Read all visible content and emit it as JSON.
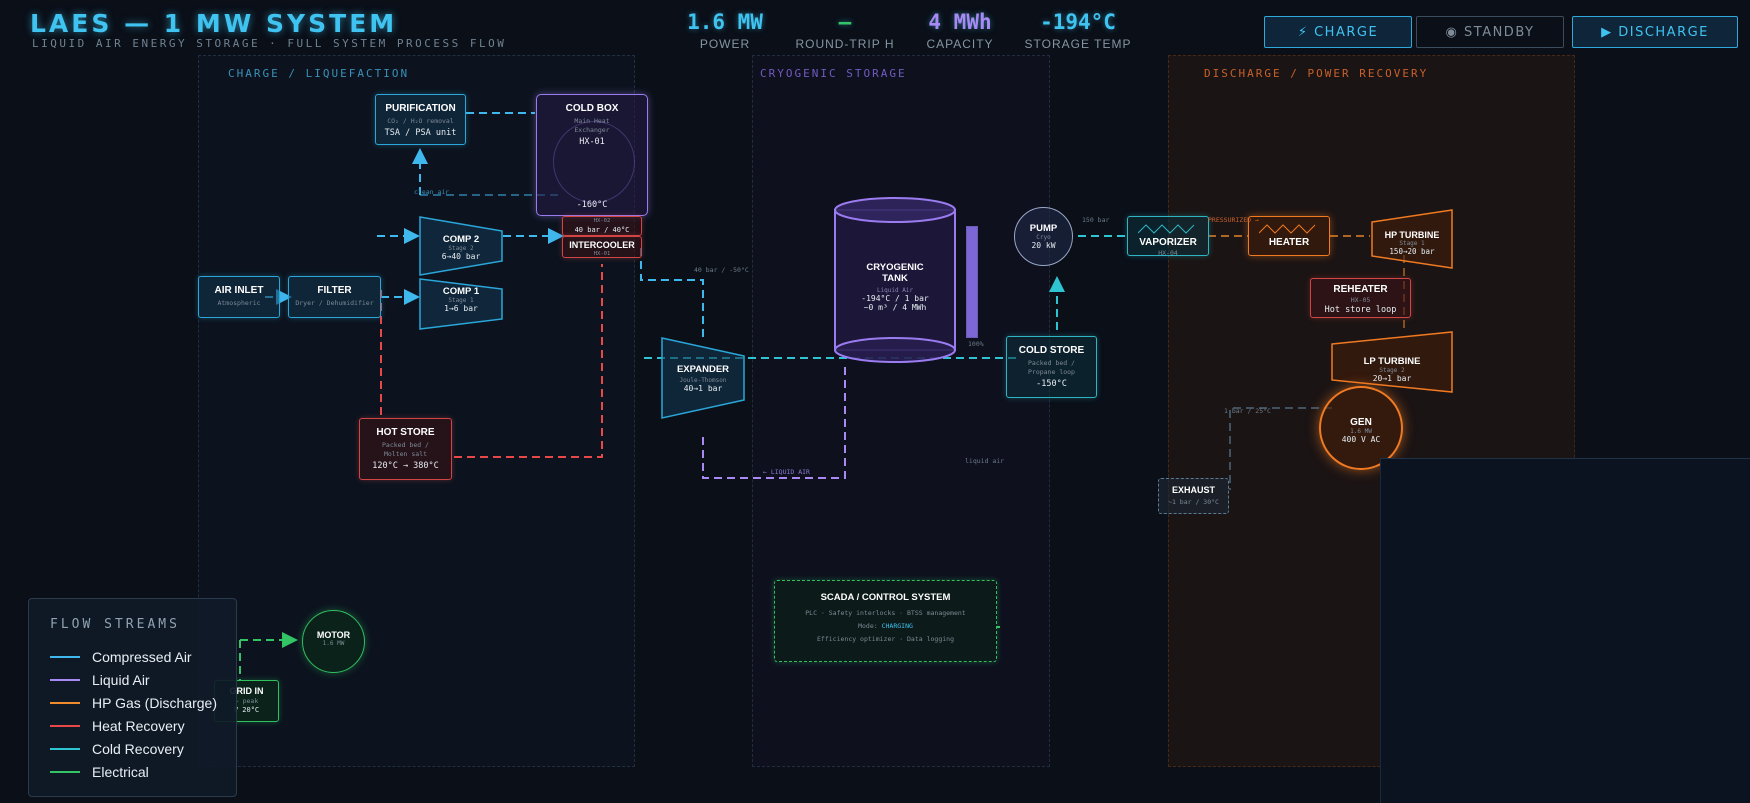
{
  "header": {
    "title": "LAES — 1 MW SYSTEM",
    "subtitle": "LIQUID AIR ENERGY STORAGE · FULL SYSTEM PROCESS FLOW",
    "metrics": [
      {
        "value": "1.6 MW",
        "label": "POWER"
      },
      {
        "value": "—",
        "label": "ROUND-TRIP H"
      },
      {
        "value": "4 MWh",
        "label": "CAPACITY"
      },
      {
        "value": "-194°C",
        "label": "STORAGE TEMP"
      }
    ],
    "buttons": {
      "charge": "⚡ CHARGE",
      "standby": "◉ STANDBY",
      "discharge": "▶ DISCHARGE"
    }
  },
  "zones": {
    "charge": "CHARGE / LIQUEFACTION",
    "storage": "CRYOGENIC STORAGE",
    "discharge": "DISCHARGE / POWER RECOVERY"
  },
  "components": {
    "purification": {
      "title": "PURIFICATION",
      "sub": "CO₂ / H₂O removal",
      "value": "TSA / PSA unit"
    },
    "coldbox": {
      "title": "COLD BOX",
      "sub": "Main Heat\nExchanger",
      "value": "HX-01",
      "temp": "-160°C"
    },
    "hx02": {
      "label": "HX-02",
      "value": "40 bar / 40°C"
    },
    "intercooler": {
      "title": "INTERCOOLER",
      "sub": "HX-01"
    },
    "comp2": {
      "title": "COMP 2",
      "sub": "Stage 2",
      "value": "6→40 bar"
    },
    "comp1": {
      "title": "COMP 1",
      "sub": "Stage 1",
      "value": "1→6 bar"
    },
    "air_inlet": {
      "title": "AIR INLET",
      "sub": "Atmospheric"
    },
    "filter": {
      "title": "FILTER",
      "sub": "Dryer / Dehumidifier"
    },
    "hotstore": {
      "title": "HOT STORE",
      "sub": "Packed bed /\nMolten salt",
      "value": "120°C → 380°C"
    },
    "expander": {
      "title": "EXPANDER",
      "sub": "Joule-Thomson",
      "value": "40→1 bar"
    },
    "tank": {
      "title": "CRYOGENIC\nTANK",
      "sub": "Liquid Air",
      "value1": "-194°C / 1 bar",
      "value2": "~0 m³ / 4 MWh",
      "level": "100%"
    },
    "pump": {
      "title": "PUMP",
      "sub": "Cryo",
      "value": "20 kW"
    },
    "coldstore": {
      "title": "COLD STORE",
      "sub": "Packed bed /\nPropane loop",
      "value": "-150°C"
    },
    "vaporizer": {
      "title": "VAPORIZER",
      "sub": "HX-04"
    },
    "heater": {
      "title": "HEATER",
      "sub": ""
    },
    "hpturbine": {
      "title": "HP TURBINE",
      "sub": "Stage 1",
      "value": "150→20 bar"
    },
    "reheater": {
      "title": "REHEATER",
      "sub": "HX-05",
      "value": "Hot store loop"
    },
    "lpturbine": {
      "title": "LP TURBINE",
      "sub": "Stage 2",
      "value": "20→1 bar"
    },
    "gen": {
      "title": "GEN",
      "sub": "1.6 MW",
      "value": "400 V AC"
    },
    "exhaust": {
      "title": "EXHAUST",
      "sub": "~1 bar / 30°C"
    },
    "motor": {
      "title": "MOTOR",
      "sub": "1.6 MW"
    },
    "grid": {
      "title": "GRID IN",
      "sub": "~ peak",
      "value": "V 20°C"
    },
    "scada": {
      "title": "SCADA / CONTROL SYSTEM",
      "line1": "PLC · Safety interlocks · BTSS management",
      "mode_label": "Mode:",
      "mode_value": "CHARGING",
      "line3": "Efficiency optimizer · Data logging"
    }
  },
  "stream_tags": {
    "t40bar": "40 bar / -50°C",
    "tliquid": "← LIQUID AIR",
    "t150bar": "150 bar",
    "tpress": "PRESSURIZED →",
    "t1bar": "1 bar / 25°C",
    "tliq2": "liquid air",
    "tsep": "clean air"
  },
  "legend": {
    "title": "FLOW STREAMS",
    "items": [
      {
        "label": "Compressed Air",
        "color": "#3fb8ee"
      },
      {
        "label": "Liquid Air",
        "color": "#a98af5"
      },
      {
        "label": "HP Gas (Discharge)",
        "color": "#f08a2a"
      },
      {
        "label": "Heat Recovery",
        "color": "#e84848"
      },
      {
        "label": "Cold Recovery",
        "color": "#2fc4d2"
      },
      {
        "label": "Electrical",
        "color": "#33c565"
      }
    ]
  },
  "colors": {
    "accent": "#3fc3f0",
    "compressed_air": "#3fb8ee",
    "liquid_air": "#a98af5",
    "hp_gas": "#f08a2a",
    "heat": "#e84848",
    "cold": "#2fc4d2",
    "electrical": "#33c565"
  }
}
